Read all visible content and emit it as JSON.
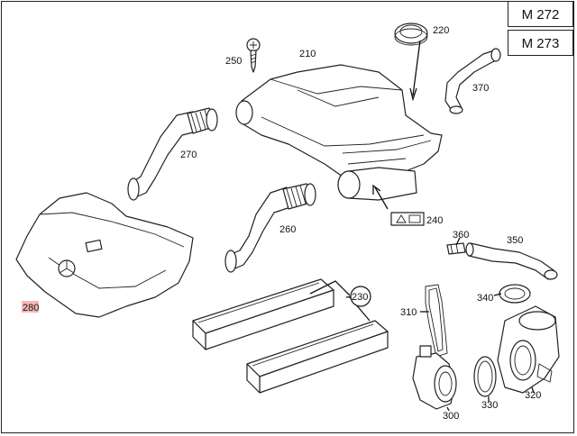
{
  "models": [
    "M 272",
    "M 273"
  ],
  "highlight_color": "#e03030",
  "highlight_bg": "#f6b8b8",
  "parts": [
    {
      "id": "210",
      "name": "air-filter-housing"
    },
    {
      "id": "220",
      "name": "seal-ring"
    },
    {
      "id": "230",
      "name": "air-filter-elements"
    },
    {
      "id": "240",
      "name": "warning-label"
    },
    {
      "id": "250",
      "name": "screw"
    },
    {
      "id": "260",
      "name": "intake-hose-right"
    },
    {
      "id": "270",
      "name": "intake-hose-left"
    },
    {
      "id": "280",
      "name": "engine-cover"
    },
    {
      "id": "300",
      "name": "air-mass-sensor"
    },
    {
      "id": "310",
      "name": "gasket"
    },
    {
      "id": "320",
      "name": "intake-connector"
    },
    {
      "id": "330",
      "name": "clamp-ring"
    },
    {
      "id": "340",
      "name": "o-ring"
    },
    {
      "id": "350",
      "name": "vent-hose"
    },
    {
      "id": "360",
      "name": "hose-clip"
    },
    {
      "id": "370",
      "name": "vent-line"
    }
  ],
  "highlighted_part": "280"
}
